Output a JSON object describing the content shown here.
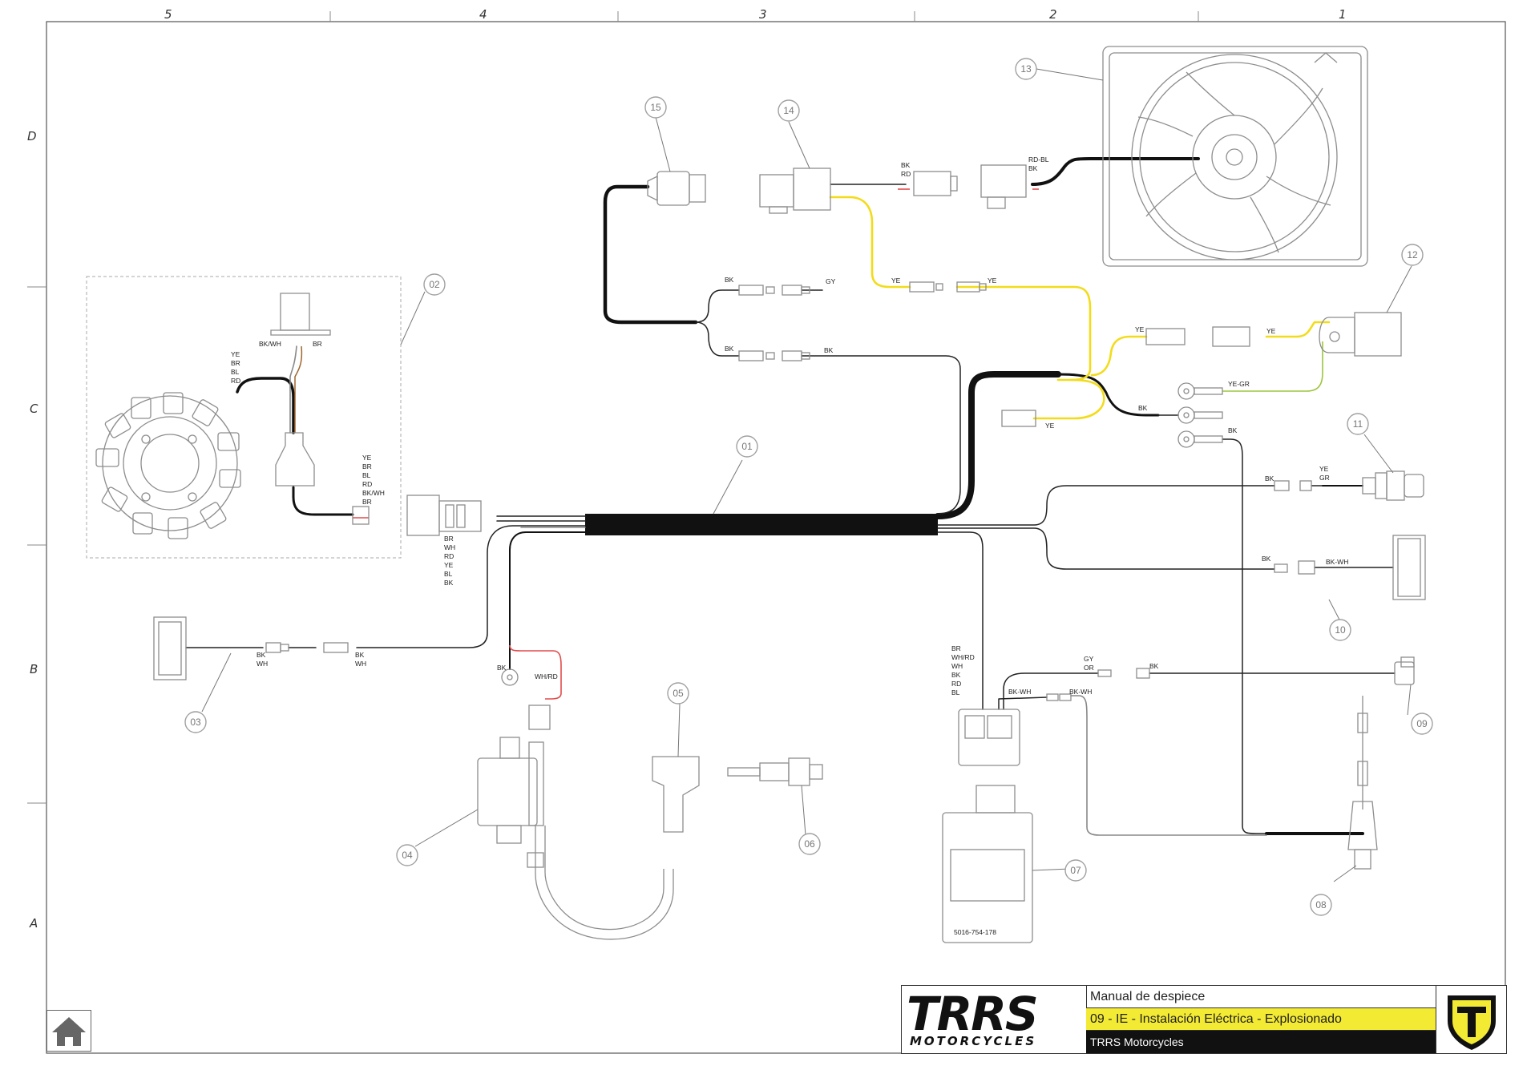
{
  "frame": {
    "columns": [
      "5",
      "4",
      "3",
      "2",
      "1"
    ],
    "rows": [
      "D",
      "C",
      "B",
      "A"
    ]
  },
  "callouts": [
    "01",
    "02",
    "03",
    "04",
    "05",
    "06",
    "07",
    "08",
    "09",
    "10",
    "11",
    "12",
    "13",
    "14",
    "15"
  ],
  "wire_labels": {
    "stator_bundle": [
      "YE",
      "BR",
      "BL",
      "RD"
    ],
    "pickup_bk_wh": "BK/WH",
    "pickup_br": "BR",
    "stator_connector": [
      "YE",
      "BR",
      "BL",
      "RD",
      "BK/WH",
      "BR"
    ],
    "main_connector": [
      "BR",
      "WH",
      "RD",
      "YE",
      "BL",
      "BK"
    ],
    "relay_bk_rd": [
      "BK",
      "RD"
    ],
    "fan_rd_bl_bk": [
      "RD-BL",
      "BK"
    ],
    "bk_1": "BK",
    "gy_1": "GY",
    "bk_2": "BK",
    "bk_3": "BK",
    "ye_1": "YE",
    "ye_2": "YE",
    "ye_3": "YE",
    "ye_4": "YE",
    "ye_5": "YE",
    "ye_gr": "YE-GR",
    "bk_4": "BK",
    "bk_5": "BK",
    "bk_6": "BK",
    "ye_gr_pair": [
      "YE",
      "GR"
    ],
    "bk_7": "BK",
    "bk_wh_1": "BK-WH",
    "bk_wh_sensor_a": [
      "BK",
      "WH"
    ],
    "bk_wh_sensor_b": [
      "BK",
      "WH"
    ],
    "bk_ground": "BK",
    "wh_rd": "WH/RD",
    "ecu_bundle": [
      "BR",
      "WH/RD",
      "WH",
      "BK",
      "RD",
      "BL"
    ],
    "gy_or": [
      "GY",
      "OR"
    ],
    "bk_8": "BK",
    "bk_wh_2": "BK-WH",
    "bk_wh_3": "BK-WH"
  },
  "ecu_part_number": "5016-754-178",
  "title_block": {
    "logo_main": "TRRS",
    "logo_sub": "MOTORCYCLES",
    "line1": "Manual de despiece",
    "line2": "09 - IE - Instalación Eléctrica - Explosionado",
    "line3": "TRRS Motorcycles"
  },
  "icons": {
    "home": "home-icon",
    "emblem": "trrs-emblem-icon"
  },
  "colors": {
    "wire_black": "#111111",
    "wire_yellow": "#f2dc1a",
    "wire_red": "#e24b4b",
    "wire_green": "#9cc53b",
    "title_yellow": "#f3ea34",
    "title_black": "#111111"
  }
}
